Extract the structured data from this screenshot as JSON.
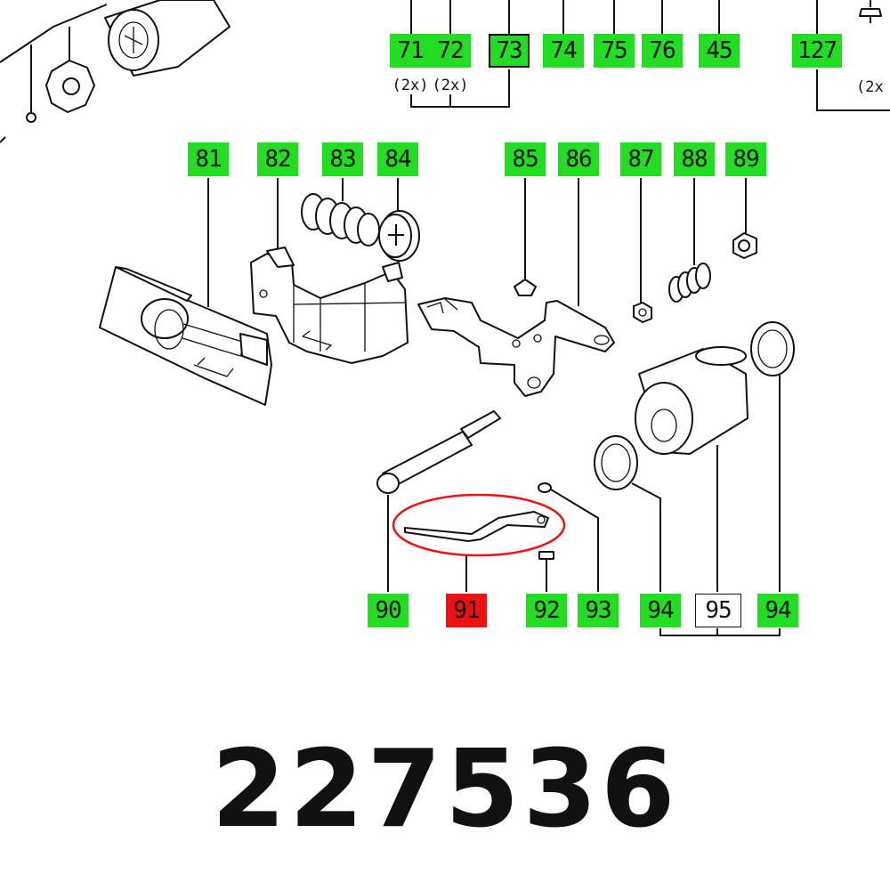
{
  "part_number": "227536",
  "highlight_color": "#ee1111",
  "label_color": "#22dd22",
  "callouts": {
    "l71": "71",
    "l72": "72",
    "l73": "73",
    "l74": "74",
    "l75": "75",
    "l76": "76",
    "l45": "45",
    "l127": "127",
    "l81": "81",
    "l82": "82",
    "l83": "83",
    "l84": "84",
    "l85": "85",
    "l86": "86",
    "l87": "87",
    "l88": "88",
    "l89": "89",
    "l90": "90",
    "l91": "91",
    "l92": "92",
    "l93": "93",
    "l94a": "94",
    "l95": "95",
    "l94b": "94"
  },
  "quantities": {
    "q71": "(2x)",
    "q72": "(2x)",
    "q127": "(2x"
  }
}
